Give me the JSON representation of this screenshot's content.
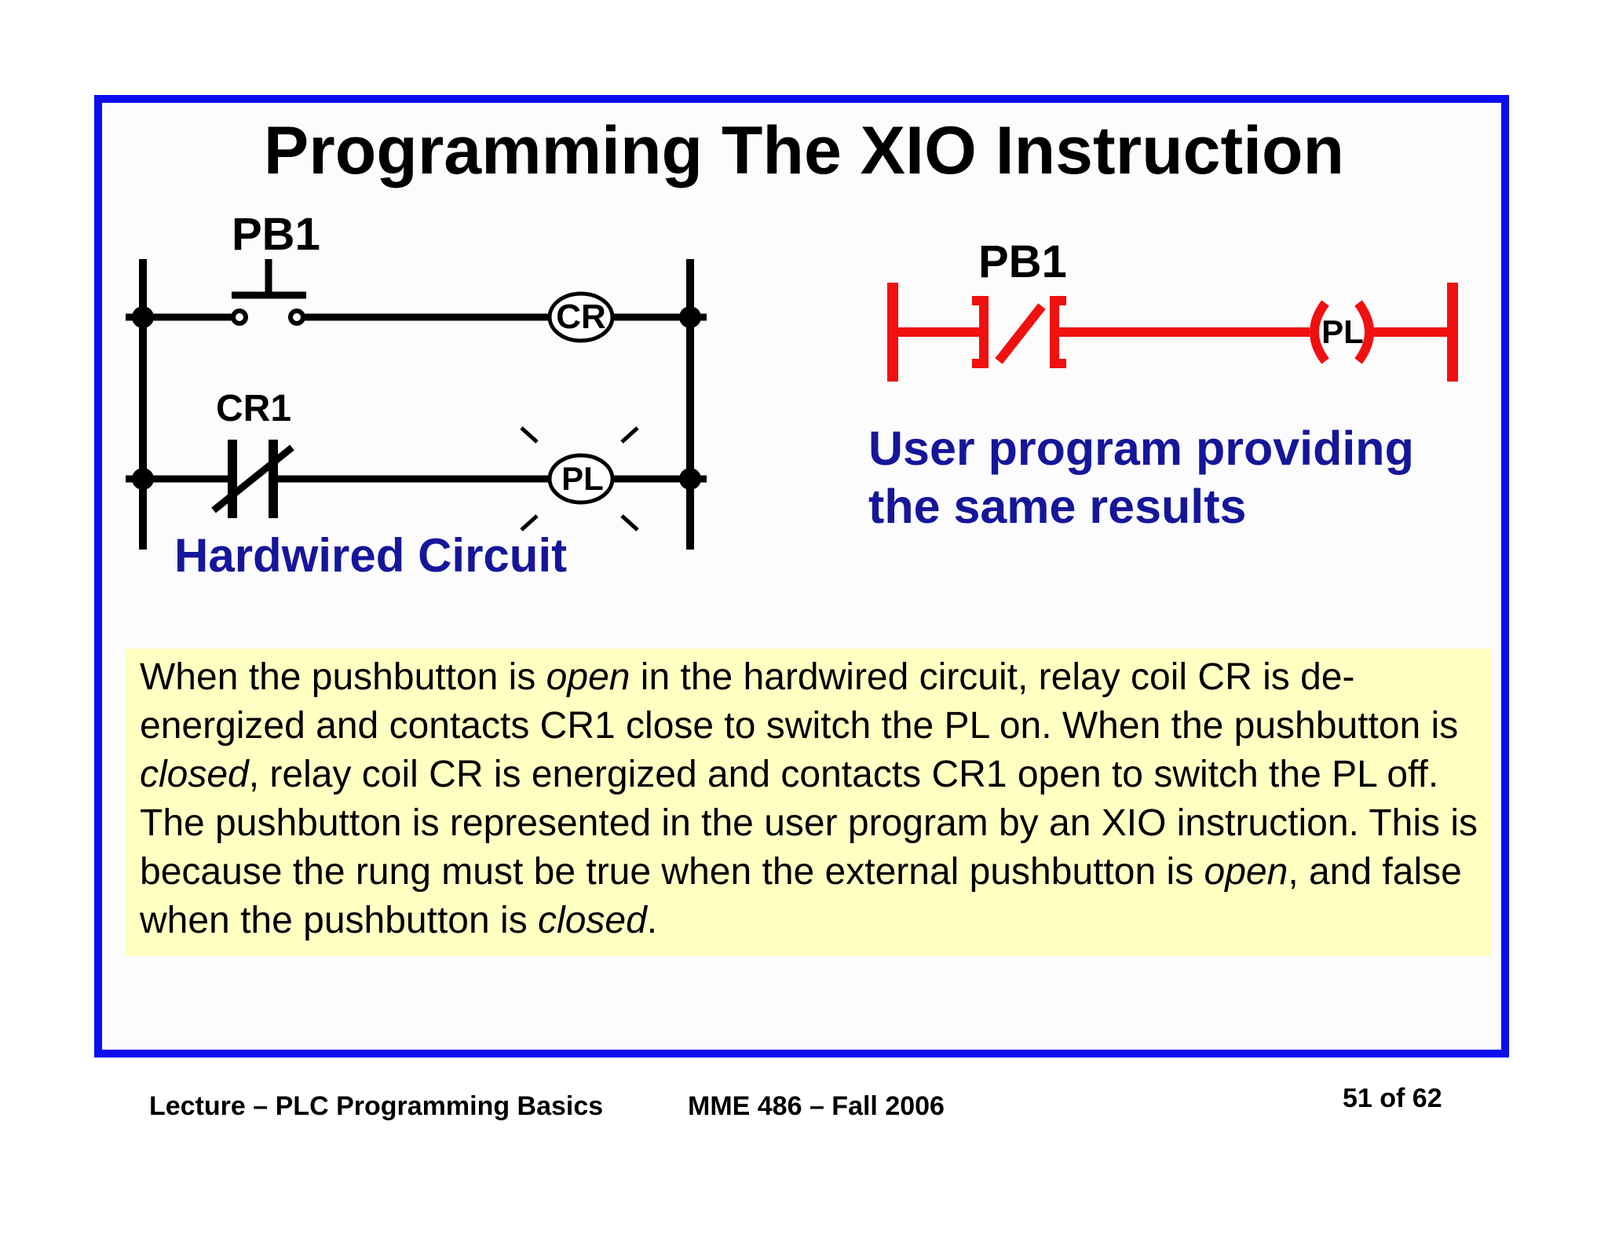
{
  "title": "Programming The XIO Instruction",
  "hardwired": {
    "pb_label": "PB1",
    "coil_label": "CR",
    "contact_label": "CR1",
    "lamp_label": "PL",
    "caption": "Hardwired Circuit"
  },
  "program": {
    "pb_label": "PB1",
    "output_label": "PL",
    "caption_line1": "User program providing",
    "caption_line2": "the same results",
    "rung_color": "#f01010"
  },
  "explanation": {
    "s1_a": "When the pushbutton is ",
    "s1_em": "open",
    "s1_b": " in the hardwired circuit, relay coil CR is de-energized and contacts CR1 close to switch the PL on. When the pushbutton is ",
    "s2_em": "closed",
    "s2_b": ", relay coil CR is energized and contacts CR1 open to switch the PL off. The pushbutton is represented in the user program by an XIO instruction. This is because the rung must be true when the external pushbutton is ",
    "s3_em": "open",
    "s3_b": ", and false when the pushbutton is ",
    "s4_em": "closed",
    "s4_b": "."
  },
  "footer": {
    "lecture": "Lecture – PLC Programming Basics",
    "course": "MME 486 – Fall 2006",
    "page": "51 of 62"
  },
  "colors": {
    "frame": "#0d0df0",
    "caption": "#16169a",
    "highlight": "#ffffc2"
  }
}
